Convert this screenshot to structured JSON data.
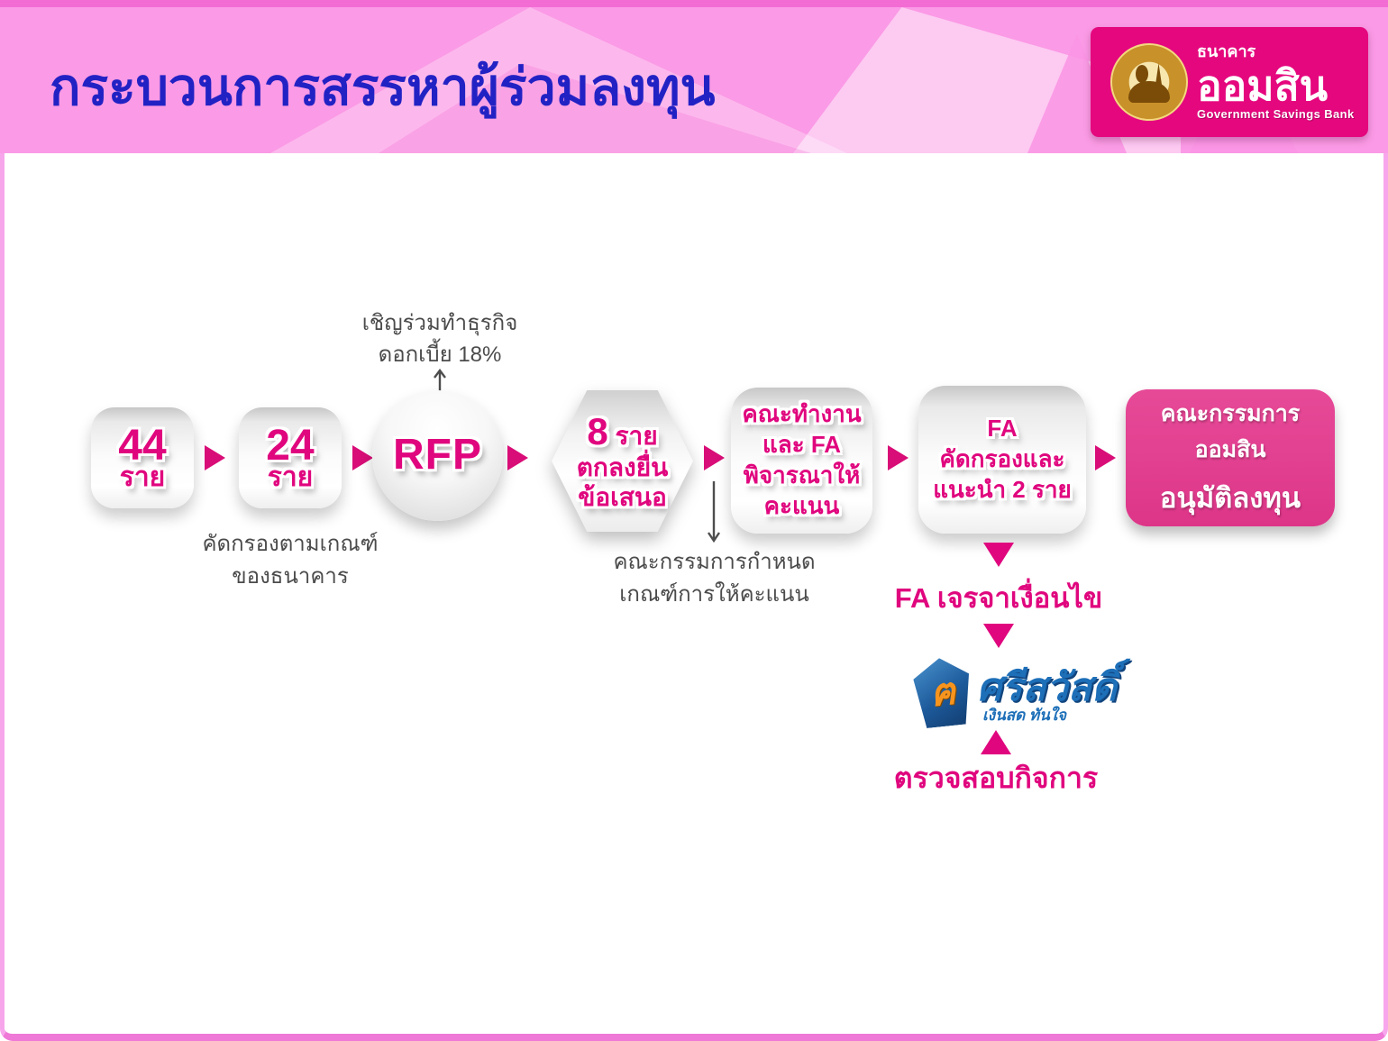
{
  "header": {
    "title": "กระบวนการสรรหาผู้ร่วมลงทุน",
    "logo": {
      "bank_prefix": "ธนาคาร",
      "bank_name": "ออมสิน",
      "bank_name_en": "Government Savings Bank"
    }
  },
  "flow": {
    "step_44": {
      "number": "44",
      "unit": "ราย"
    },
    "step_24": {
      "number": "24",
      "unit": "ราย"
    },
    "screening_note": {
      "line1": "คัดกรองตามเกณฑ์",
      "line2": "ของธนาคาร"
    },
    "rfp": {
      "label": "RFP"
    },
    "rfp_note": {
      "line1": "เชิญร่วมทำธุรกิจ",
      "line2": "ดอกเบี้ย 18%"
    },
    "proposal": {
      "number": "8",
      "unit": "ราย",
      "line2": "ตกลงยื่น",
      "line3": "ข้อเสนอ"
    },
    "scoring_note": {
      "line1": "คณะกรรมการกำหนด",
      "line2": "เกณฑ์การให้คะแนน"
    },
    "working_group": {
      "line1": "คณะทำงาน",
      "line2": "และ FA",
      "line3": "พิจารณาให้",
      "line4": "คะแนน"
    },
    "fa_screen": {
      "line1": "FA",
      "line2": "คัดกรองและ",
      "line3": "แนะนำ 2 ราย"
    },
    "approval": {
      "line1": "คณะกรรมการออมสิน",
      "line2": "อนุมัติลงทุน"
    }
  },
  "sub_flow": {
    "negotiation": "FA เจรจาเงื่อนไข",
    "company_logo": {
      "glyph": "ฅ",
      "name": "ศรีสวัสดิ์",
      "tagline": "เงินสด ทันใจ"
    },
    "audit": "ตรวจสอบกิจการ"
  },
  "colors": {
    "accent_pink": "#e0067e",
    "arrow_magenta": "#d90d77",
    "banner_pink": "#fb9ae6",
    "title_blue": "#2222c4",
    "approval_box_pink": "#e23f90",
    "logo_magenta": "#e5077e",
    "srisawad_blue": "#1d6fb8",
    "srisawad_orange": "#f7941e"
  }
}
